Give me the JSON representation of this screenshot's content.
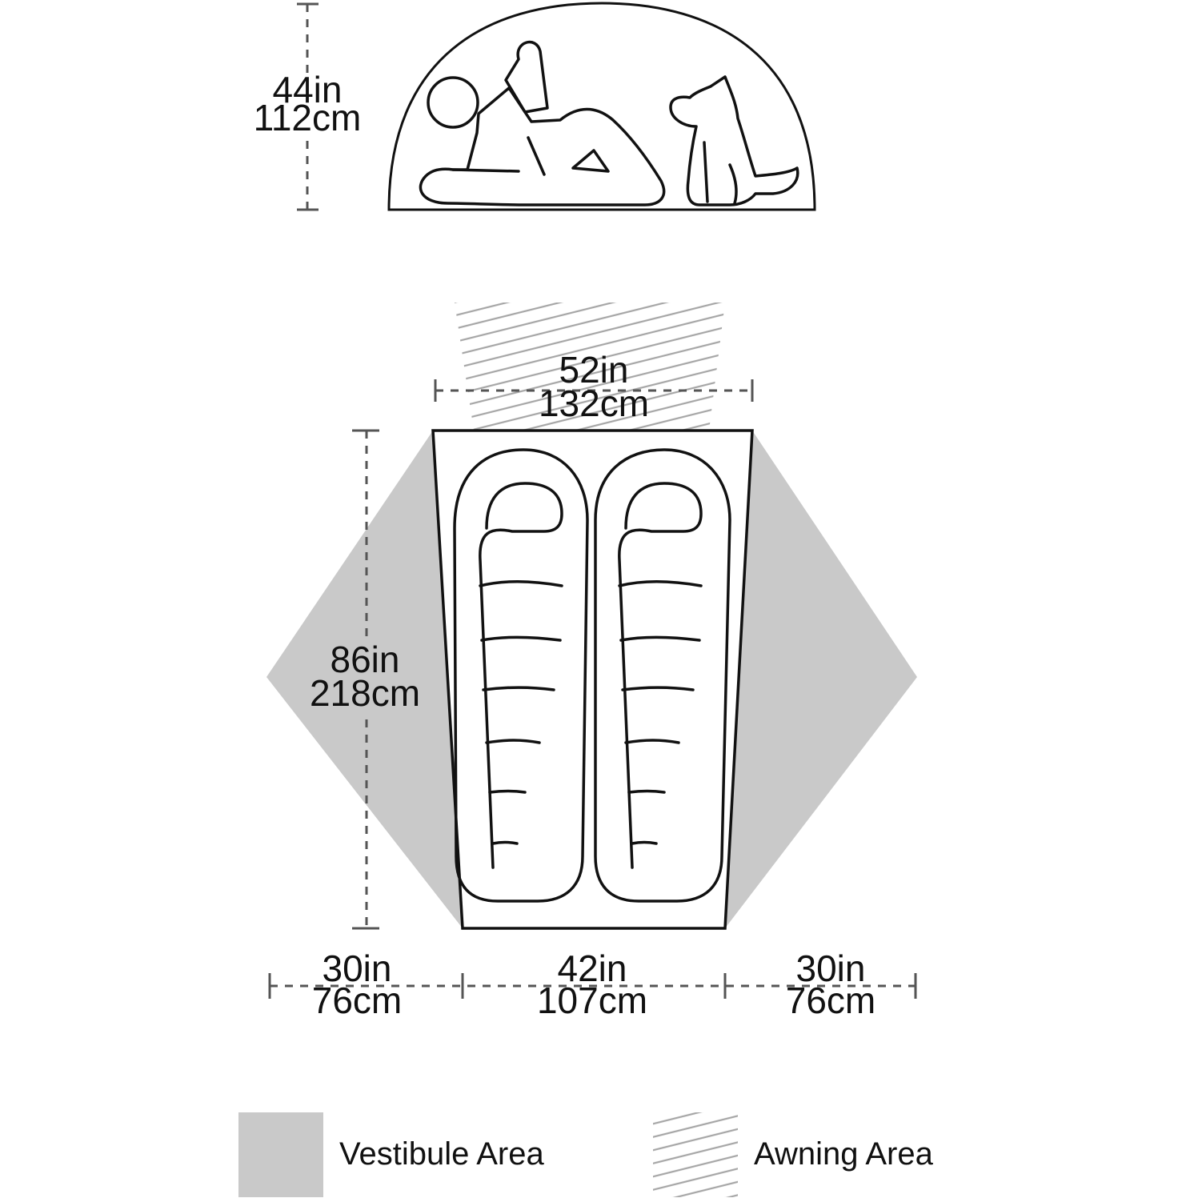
{
  "diagram": {
    "height_label": {
      "imperial": "44in",
      "metric": "112cm"
    },
    "length_label": {
      "imperial": "86in",
      "metric": "218cm"
    },
    "head_width_label": {
      "imperial": "52in",
      "metric": "132cm"
    },
    "foot_widths": [
      {
        "imperial": "30in",
        "metric": "76cm"
      },
      {
        "imperial": "42in",
        "metric": "107cm"
      },
      {
        "imperial": "30in",
        "metric": "76cm"
      }
    ]
  },
  "legend": {
    "vestibule_label": "Vestibule Area",
    "awning_label": "Awning Area"
  },
  "colors": {
    "vestibule_fill": "#c9c9c9",
    "line": "#111111",
    "dim_line": "#555555",
    "hatch": "#a6a6a6"
  }
}
